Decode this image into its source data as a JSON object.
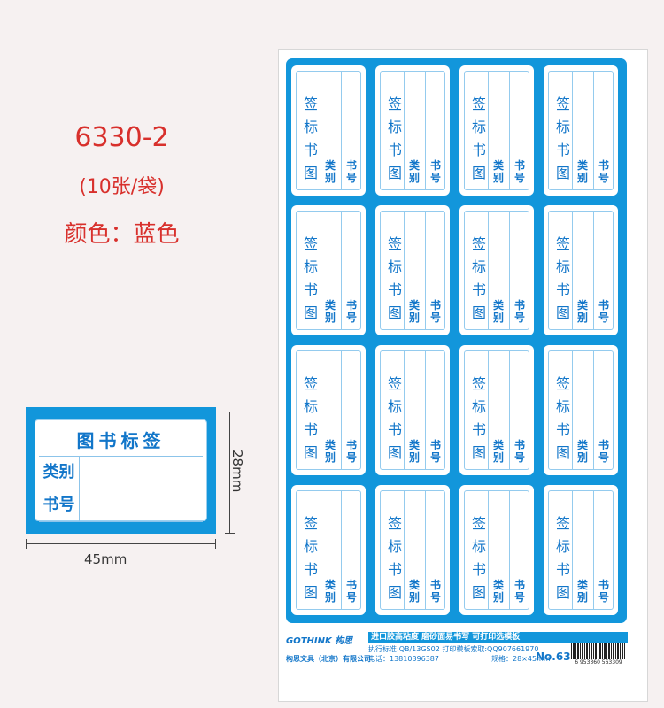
{
  "product": {
    "code": "6330-2",
    "pack": "(10张/袋)",
    "color_label": "颜色：蓝色",
    "accent_color": "#d8302c"
  },
  "sample": {
    "title": "图书标签",
    "row1_label": "类别",
    "row2_label": "书号",
    "width_label": "45mm",
    "height_label": "28mm",
    "brand_color": "#1296db"
  },
  "label": {
    "c1": "图",
    "c2": "书",
    "c3": "标",
    "c4": "签",
    "cat": "类别",
    "num": "书号"
  },
  "footer": {
    "brand": "GOTHINK 构思",
    "slogan": "进口胶高粘度 磨砂面易书写 可打印选模板",
    "standard": "执行标准:QB/13GS02  打印模板索取:QQ907661970",
    "company": "构思文具（北京）有限公司",
    "phone": "电话：13810396387",
    "spec": "规格：28×45mm",
    "model": "No.6330",
    "barcode": "6 953360 563309"
  }
}
